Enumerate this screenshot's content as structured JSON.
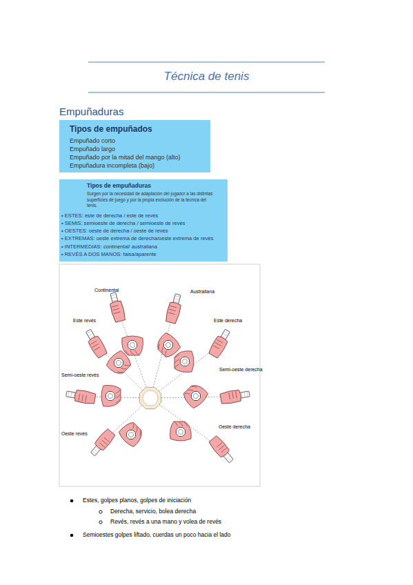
{
  "diagram": {
    "title": "Técnica de tenis",
    "nodes": [
      {
        "text": [
          "Tipos de empuñados",
          "Empuñado corto",
          "Empuñado largo",
          "Empuñado por la mitad del mango (alto)",
          "Empuñadura incompleta (bajo)"
        ]
      },
      {
        "text": [
          "Tipos de empuñaduras",
          "Surgen por la necesidad de adaptación del jugador a las distintas superficies de juego y por la propia evolución de la técnica del tenis.",
          "• ESTES: este de derecha / este de revés",
          "• SEMIS: semioeste de derecha / semioeste de revés",
          "• OESTES: oeste de derecha / oeste de revés",
          "• EXTREMAS: oeste extrema de derecha/oeste extrema de revés",
          "• INTERMEDIAS: continental/ australiana",
          "• REVÉS A DOS MANOS: falsa/aparente"
        ]
      }
    ],
    "labels": [
      "Empuñaduras",
      "Continental",
      "Australiana",
      "Este revés",
      "Este derecha",
      "Semi-oeste derecha",
      "Semi-oeste revés",
      "Oeste derecha",
      "Oeste revés",
      "Estes, golpes planos, golpes de iniciación",
      "Derecha, servicio, bolea derecha",
      "Revés, revés a una mano y volea de revés",
      "Semioestes golpes liftado, cuerdas un poco hacia el lado"
    ]
  }
}
